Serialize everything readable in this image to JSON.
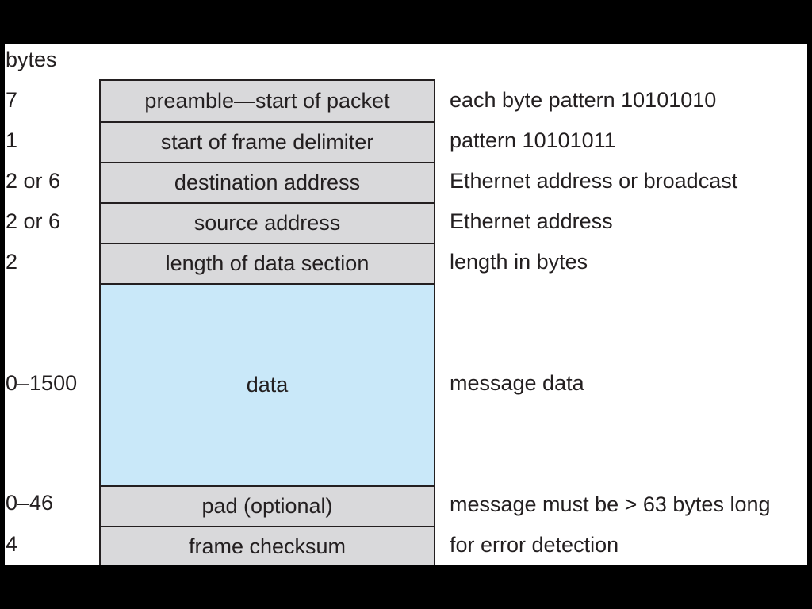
{
  "diagram": {
    "bytes_header": "bytes",
    "colors": {
      "field_fill": "#d9d9db",
      "data_fill": "#c9e8f9",
      "border": "#231f20",
      "background": "#000000",
      "panel": "#ffffff"
    },
    "fields": [
      {
        "bytes": "7",
        "label": "preamble—start of packet",
        "description": "each byte pattern 10101010"
      },
      {
        "bytes": "1",
        "label": "start of frame delimiter",
        "description": "pattern 10101011"
      },
      {
        "bytes": "2 or 6",
        "label": "destination address",
        "description": "Ethernet address or broadcast"
      },
      {
        "bytes": "2 or 6",
        "label": "source address",
        "description": "Ethernet address"
      },
      {
        "bytes": "2",
        "label": "length of data section",
        "description": "length in bytes"
      },
      {
        "bytes": "0–1500",
        "label": "data",
        "description": "message data"
      },
      {
        "bytes": "0–46",
        "label": "pad (optional)",
        "description": "message must be > 63 bytes long"
      },
      {
        "bytes": "4",
        "label": "frame checksum",
        "description": "for error detection"
      }
    ]
  }
}
